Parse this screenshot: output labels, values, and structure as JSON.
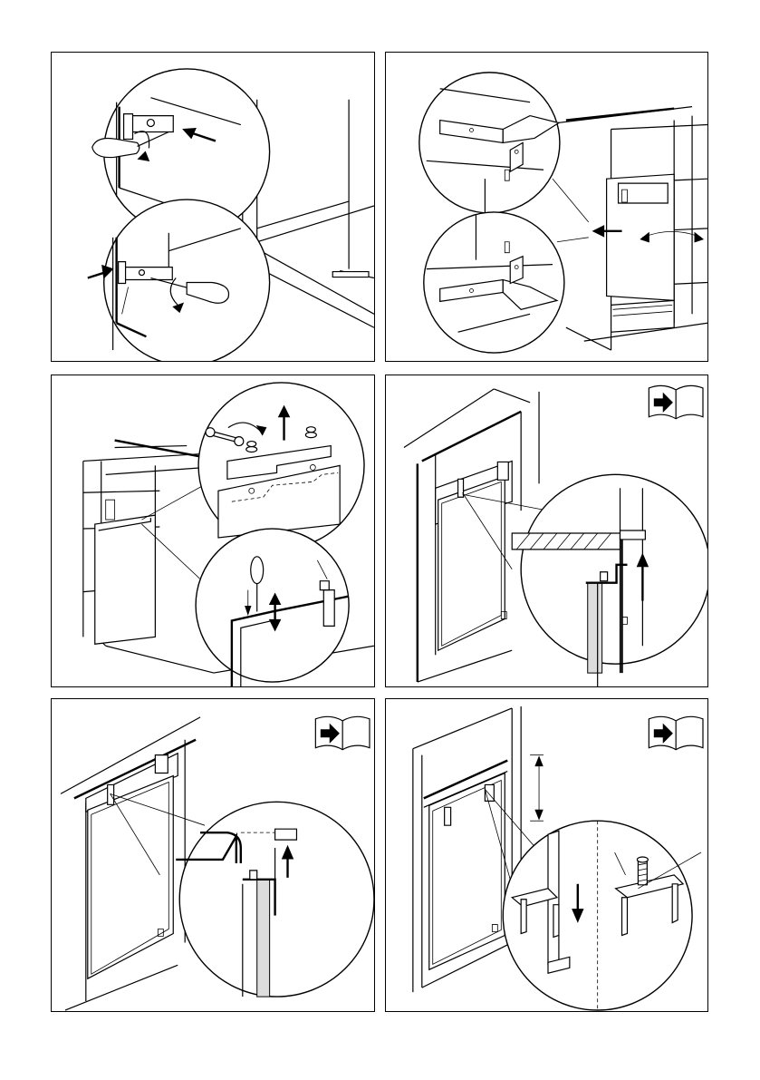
{
  "document": {
    "page_width_label": "",
    "panels": [
      {
        "id": "panel-1",
        "has_book_icon": false
      },
      {
        "id": "panel-2",
        "has_book_icon": false
      },
      {
        "id": "panel-3",
        "has_book_icon": false
      },
      {
        "id": "panel-4",
        "has_book_icon": true
      },
      {
        "id": "panel-5",
        "has_book_icon": true
      },
      {
        "id": "panel-6",
        "has_book_icon": true
      }
    ]
  },
  "icons": {
    "book": "book-arrow-icon",
    "arrow": "arrow-icon",
    "rotate": "rotate-arrow-icon",
    "screwdriver": "screwdriver-icon",
    "wrench": "wrench-icon"
  },
  "colors": {
    "line": "#000000",
    "background": "#ffffff",
    "fill_gray": "#dddddd"
  }
}
